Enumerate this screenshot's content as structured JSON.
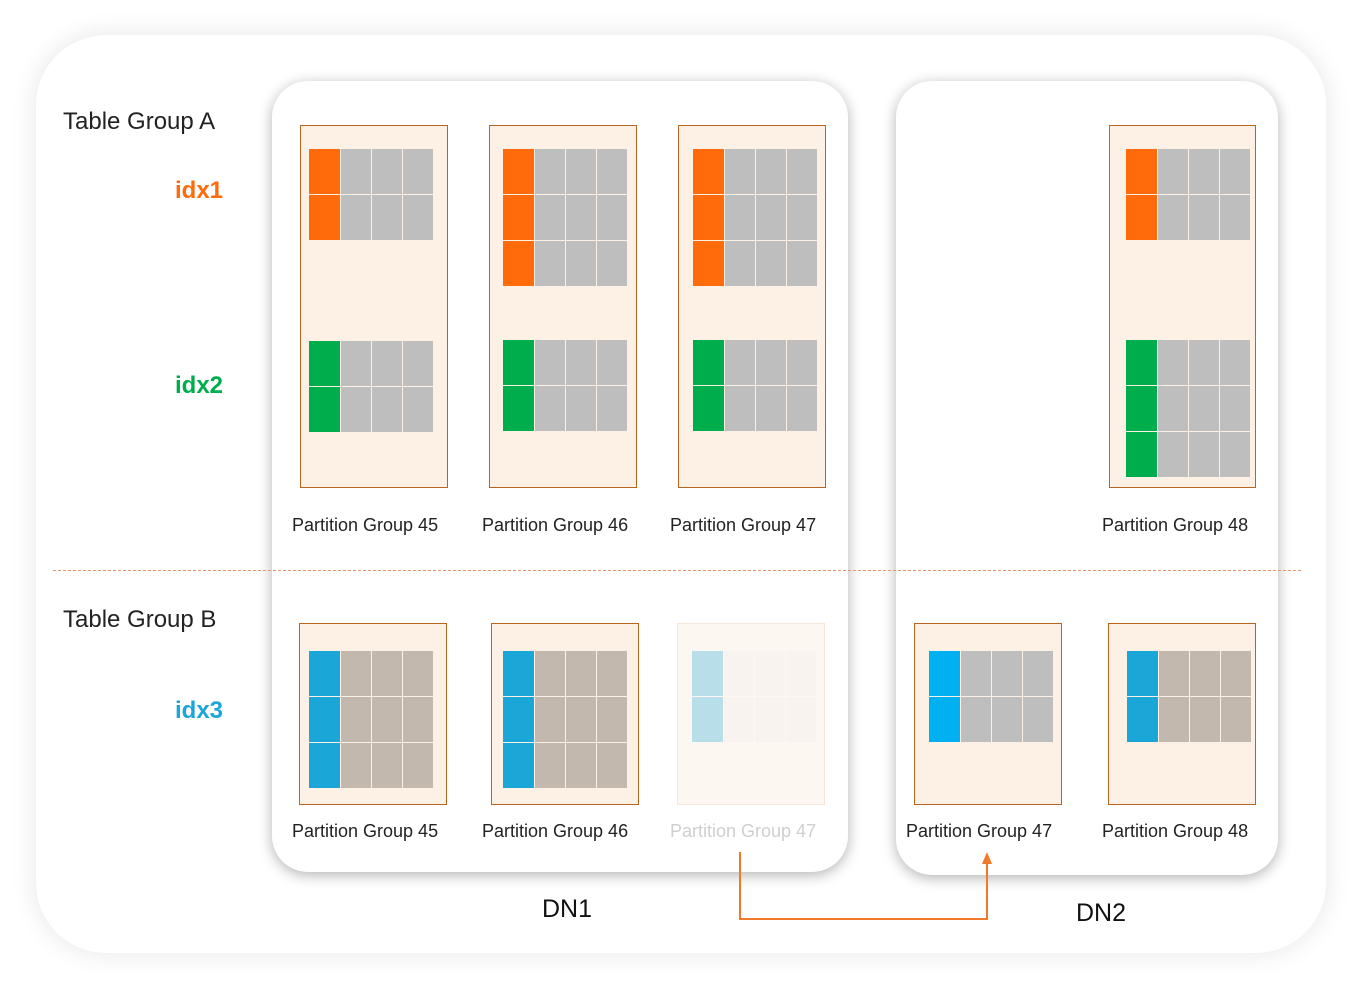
{
  "row_labels": {
    "table_group_a": "Table Group A",
    "table_group_b": "Table Group B"
  },
  "index_labels": {
    "idx1": "idx1",
    "idx2": "idx2",
    "idx3": "idx3"
  },
  "nodes": {
    "dn1": "DN1",
    "dn2": "DN2"
  },
  "partition_labels": {
    "a_dn1_1": "Partition Group 45",
    "a_dn1_2": "Partition Group 46",
    "a_dn1_3": "Partition Group 47",
    "a_dn2_1": "Partition Group 48",
    "b_dn1_1": "Partition Group 45",
    "b_dn1_2": "Partition Group 46",
    "b_dn1_3": "Partition Group 47",
    "b_dn2_1": "Partition Group 47",
    "b_dn2_2": "Partition Group 48"
  },
  "colors": {
    "idx1": "#ff6a0a",
    "idx2": "#00ad4d",
    "idx3": "#1ba6d8",
    "idx3_migrated": "#00b0f0",
    "data_cell_grey": "#bebebe",
    "data_cell_brown": "#c3b8ad",
    "partition_fill": "#fdf0e5",
    "partition_border": "#b9651f",
    "migration_arrow": "#f07a2a"
  },
  "grids": [
    {
      "id": "a1-idx1",
      "rows": 2,
      "color": "idx1"
    },
    {
      "id": "a1-idx2",
      "rows": 2,
      "color": "idx2"
    },
    {
      "id": "a2-idx1",
      "rows": 3,
      "color": "idx1"
    },
    {
      "id": "a2-idx2",
      "rows": 2,
      "color": "idx2"
    },
    {
      "id": "a3-idx1",
      "rows": 3,
      "color": "idx1"
    },
    {
      "id": "a3-idx2",
      "rows": 2,
      "color": "idx2"
    },
    {
      "id": "a4-idx1",
      "rows": 2,
      "color": "idx1"
    },
    {
      "id": "a4-idx2",
      "rows": 3,
      "color": "idx2"
    },
    {
      "id": "b1-idx3",
      "rows": 3,
      "color": "idx3"
    },
    {
      "id": "b2-idx3",
      "rows": 3,
      "color": "idx3"
    },
    {
      "id": "b3-idx3",
      "rows": 2,
      "color": "idx3"
    },
    {
      "id": "b4-idx3",
      "rows": 2,
      "color": "idx3_migrated"
    },
    {
      "id": "b5-idx3",
      "rows": 2,
      "color": "idx3"
    }
  ]
}
